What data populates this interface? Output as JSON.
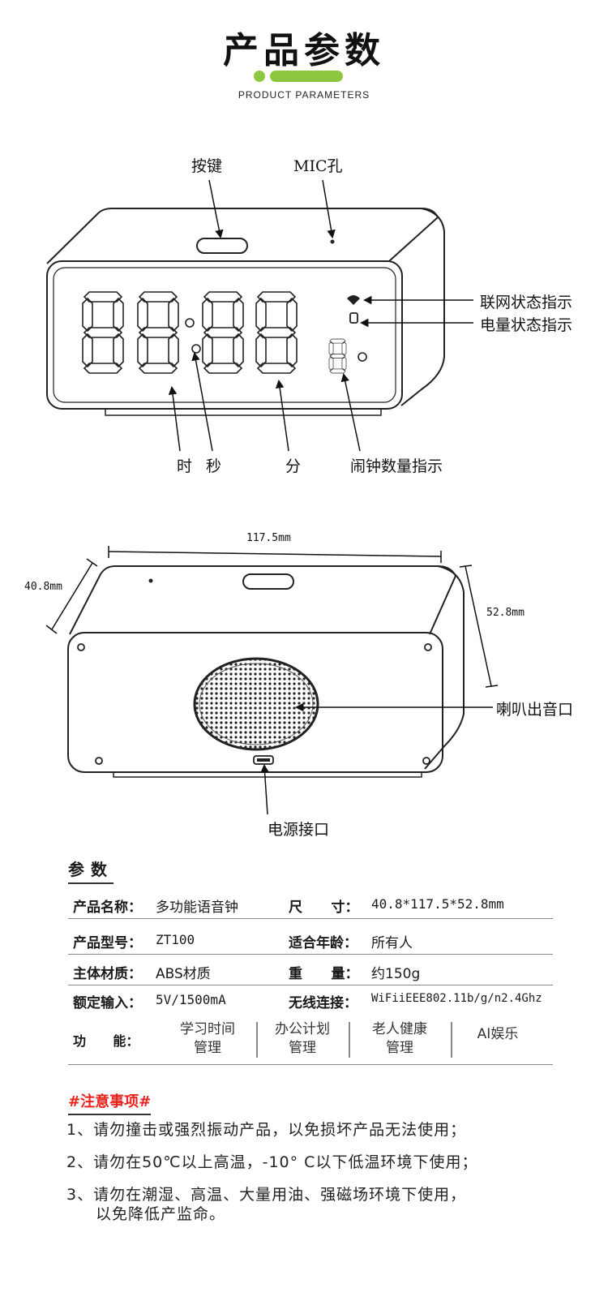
{
  "header": {
    "title": "产品参数",
    "subtitle": "PRODUCT PARAMETERS",
    "accent_color": "#8dc63f"
  },
  "front_view": {
    "callouts": {
      "button": "按键",
      "mic": "MIC孔",
      "network": "联网状态指示",
      "battery": "电量状态指示",
      "hour": "时",
      "second": "秒",
      "minute": "分",
      "alarm": "闹钟数量指示"
    }
  },
  "back_view": {
    "dimensions": {
      "length": "117.5mm",
      "depth": "40.8mm",
      "height": "52.8mm"
    },
    "callouts": {
      "speaker": "喇叭出音口",
      "power": "电源接口"
    }
  },
  "params": {
    "heading": "参数",
    "rows": [
      {
        "left_label": "产品名称：",
        "left_value": "多功能语音钟",
        "right_label": "尺      寸：",
        "right_value": "40.8*117.5*52.8mm"
      },
      {
        "left_label": "产品型号：",
        "left_value": "ZT100",
        "right_label": "适合年龄：",
        "right_value": "所有人"
      },
      {
        "left_label": "主体材质：",
        "left_value": "ABS材质",
        "right_label": "重      量：",
        "right_value": "约150g"
      },
      {
        "left_label": "额定输入：",
        "left_value": "5V/1500mA",
        "right_label": "无线连接：",
        "right_value": "WiFiiEEE802.11b/g/n2.4Ghz"
      }
    ],
    "function": {
      "label": "功      能：",
      "items": [
        {
          "line1": "学习时间",
          "line2": "管理"
        },
        {
          "line1": "办公计划",
          "line2": "管理"
        },
        {
          "line1": "老人健康",
          "line2": "管理"
        },
        {
          "line1": "AI娱乐",
          "line2": ""
        }
      ]
    }
  },
  "notice": {
    "heading": "#注意事项#",
    "heading_color": "#e8211c",
    "items": [
      "1、请勿撞击或强烈振动产品，以免损坏产品无法使用；",
      "2、请勿在50℃以上高温，-10° C以下低温环境下使用；",
      "3、请勿在潮湿、高温、大量用油、强磁场环境下使用，",
      "以免降低产监命。"
    ]
  }
}
